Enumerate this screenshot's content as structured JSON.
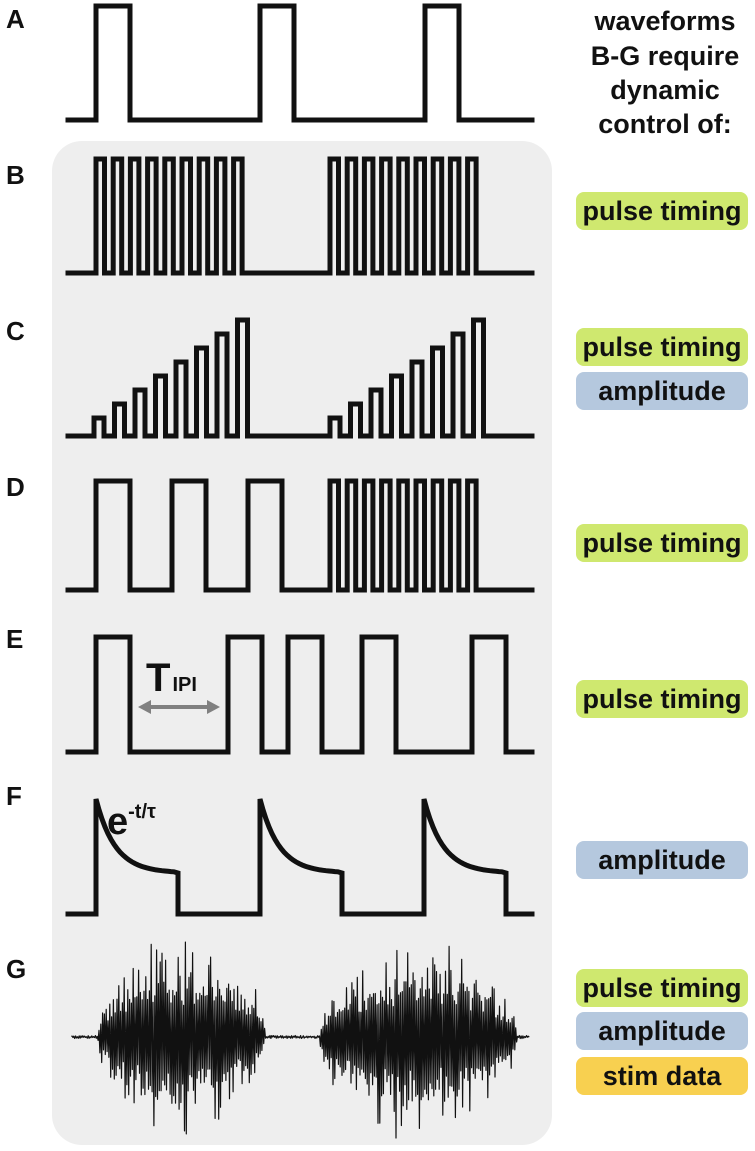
{
  "header": {
    "lines": [
      "waveforms",
      "B-G require",
      "dynamic",
      "control of:"
    ]
  },
  "rows": [
    {
      "letter": "A",
      "tags": []
    },
    {
      "letter": "B",
      "tags": [
        {
          "label": "pulse timing",
          "kind": "timing"
        }
      ]
    },
    {
      "letter": "C",
      "tags": [
        {
          "label": "pulse timing",
          "kind": "timing"
        },
        {
          "label": "amplitude",
          "kind": "amplitude"
        }
      ]
    },
    {
      "letter": "D",
      "tags": [
        {
          "label": "pulse timing",
          "kind": "timing"
        }
      ]
    },
    {
      "letter": "E",
      "tags": [
        {
          "label": "pulse timing",
          "kind": "timing"
        }
      ]
    },
    {
      "letter": "F",
      "tags": [
        {
          "label": "amplitude",
          "kind": "amplitude"
        }
      ]
    },
    {
      "letter": "G",
      "tags": [
        {
          "label": "pulse timing",
          "kind": "timing"
        },
        {
          "label": "amplitude",
          "kind": "amplitude"
        },
        {
          "label": "stim data",
          "kind": "data"
        }
      ]
    }
  ],
  "annotations": {
    "ipi_main": "T",
    "ipi_sub": "IPI",
    "decay_base": "e",
    "decay_exp": "-t/τ"
  },
  "colors": {
    "timing": "#cfe86f",
    "amplitude": "#b5c8de",
    "data": "#f8d050",
    "panel": "#eeeeee",
    "wave": "#111111",
    "arrow": "#808080"
  }
}
